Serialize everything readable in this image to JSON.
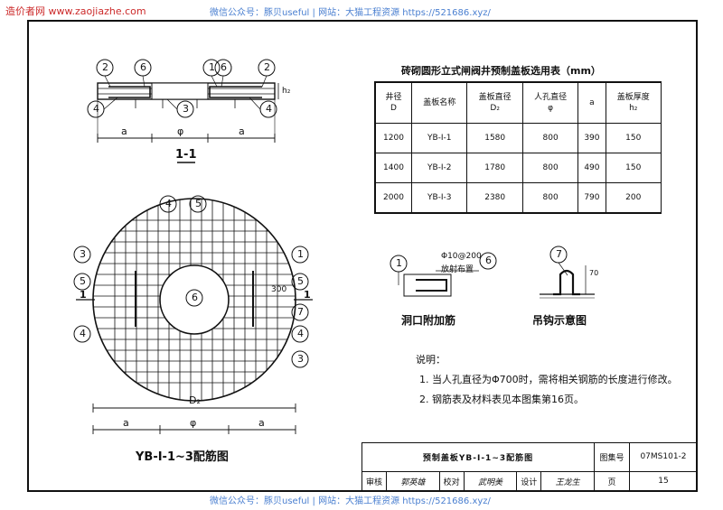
{
  "watermarks": {
    "top_left": "造价者网 www.zaojiazhe.com",
    "top_center": "微信公众号：豚贝useful | 网站：大猫工程资源 https://521686.xyz/",
    "bottom_center": "微信公众号：豚贝useful | 网站：大猫工程资源 https://521686.xyz/"
  },
  "table": {
    "title": "砖砌圆形立式闸阀井预制盖板选用表（mm）",
    "headers": [
      {
        "line1": "井径",
        "line2": "D"
      },
      {
        "line1": "盖板名称",
        "line2": ""
      },
      {
        "line1": "盖板直径",
        "line2": "D₂"
      },
      {
        "line1": "人孔直径",
        "line2": "φ"
      },
      {
        "line1": "a",
        "line2": ""
      },
      {
        "line1": "盖板厚度",
        "line2": "h₂"
      }
    ],
    "rows": [
      [
        "1200",
        "YB-Ⅰ-1",
        "1580",
        "800",
        "390",
        "150"
      ],
      [
        "1400",
        "YB-Ⅰ-2",
        "1780",
        "800",
        "490",
        "150"
      ],
      [
        "2000",
        "YB-Ⅰ-3",
        "2380",
        "800",
        "790",
        "200"
      ]
    ]
  },
  "section": {
    "label": "1-1",
    "dims": [
      "a",
      "φ",
      "a"
    ],
    "h_label": "h₂",
    "callouts": [
      "2",
      "6",
      "1",
      "6",
      "2",
      "4",
      "3",
      "4"
    ]
  },
  "plan": {
    "label": "YB-Ⅰ-1~3配筋图",
    "d2": "D₂",
    "dims": [
      "a",
      "φ",
      "a"
    ],
    "cut_mark": "1",
    "angle": "300",
    "callouts_left": [
      "3",
      "5",
      "4"
    ],
    "callouts_right": [
      "1",
      "5",
      "7",
      "4",
      "3"
    ],
    "callouts_top": [
      "4",
      "5"
    ]
  },
  "detail_opening": {
    "label": "洞口附加筋",
    "annotation_1": "Φ10@200",
    "annotation_2": "放射布置",
    "callouts": [
      "1",
      "6"
    ]
  },
  "detail_hook": {
    "label": "吊钩示意图",
    "callout": "7",
    "dim": "70"
  },
  "notes": {
    "heading": "说明：",
    "items": [
      "1. 当人孔直径为Φ700时，需将相关钢筋的长度进行修改。",
      "2. 钢筋表及材料表见本图集第16页。"
    ]
  },
  "title_block": {
    "drawing_title": "预制盖板YB-Ⅰ-1~3配筋图",
    "atlas_label": "图集号",
    "atlas_no": "07MS101-2",
    "review": "审核",
    "reviewer": "郭英雄",
    "check": "校对",
    "checker": "武明美",
    "design": "设计",
    "designer": "王龙生",
    "page_label": "页",
    "page_no": "15"
  }
}
